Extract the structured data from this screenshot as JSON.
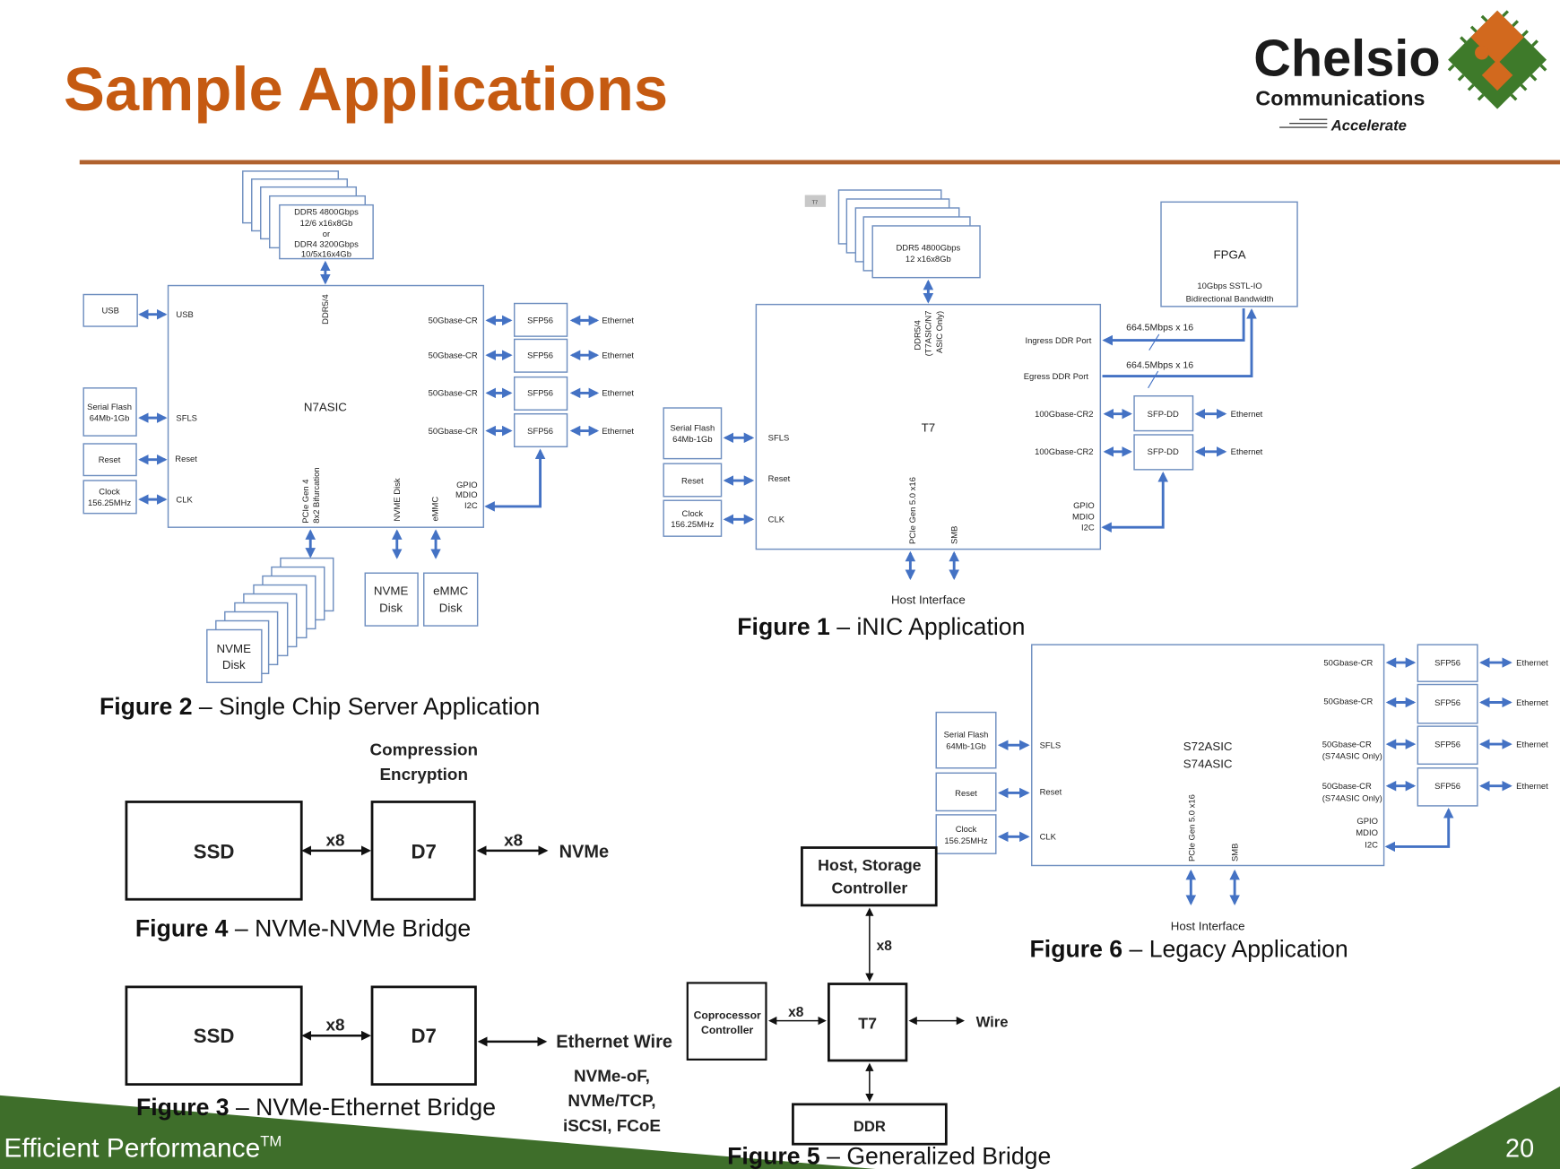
{
  "header": {
    "title": "Sample Applications",
    "title_color": "#C55A11"
  },
  "logo": {
    "name": "Chelsio",
    "sub": "Communications",
    "tagline": "Accelerate"
  },
  "footer": {
    "left": "Efficient Performance",
    "trademark": "TM",
    "page": "20",
    "color": "#3E6E2A"
  },
  "fig2": {
    "caption_num": "Figure 2",
    "caption_text": " – Single Chip Server Application",
    "ddr": [
      "DDR5 4800Gbps",
      "12/6 x16x8Gb",
      "or",
      "DDR4 3200Gbps",
      "10/5x16x4Gb"
    ],
    "chip": "N7ASIC",
    "ddr_port": "DDR5/4",
    "left_boxes": [
      {
        "lines": [
          "USB"
        ],
        "port": "USB"
      },
      {
        "lines": [
          "Serial Flash",
          "64Mb-1Gb"
        ],
        "port": "SFLS"
      },
      {
        "lines": [
          "Reset"
        ],
        "port": "Reset"
      },
      {
        "lines": [
          "Clock",
          "156.25MHz"
        ],
        "port": "CLK"
      }
    ],
    "right_ports": [
      "50Gbase-CR",
      "50Gbase-CR",
      "50Gbase-CR",
      "50Gbase-CR"
    ],
    "sfp": "SFP56",
    "ethernet": "Ethernet",
    "gpio": [
      "GPIO",
      "MDIO",
      "I2C"
    ],
    "bottom_ports": [
      "PCIe Gen 4",
      "8x2 Bifurcation",
      "NVME Disk",
      "eMMC"
    ],
    "nvme_stack": [
      "NVME",
      "Disk"
    ],
    "nvme_disk": [
      "NVME",
      "Disk"
    ],
    "emmc_disk": [
      "eMMC",
      "Disk"
    ]
  },
  "fig1": {
    "caption_num": "Figure 1",
    "caption_text": " – iNIC Application",
    "tag": "T7",
    "ddr": [
      "DDR5 4800Gbps",
      "12 x16x8Gb"
    ],
    "chip": "T7",
    "ddr_port": [
      "DDR5/4",
      "(T7ASIC/N7",
      "ASIC Only)"
    ],
    "fpga": {
      "title": "FPGA",
      "lines": [
        "10Gbps SSTL-IO",
        "Bidirectional Bandwidth"
      ]
    },
    "ingress": "Ingress DDR Port",
    "egress": "Egress DDR Port",
    "rate": "664.5Mbps x 16",
    "right_ports": [
      "100Gbase-CR2",
      "100Gbase-CR2"
    ],
    "sfp": "SFP-DD",
    "ethernet": "Ethernet",
    "gpio": [
      "GPIO",
      "MDIO",
      "I2C"
    ],
    "left_boxes": [
      {
        "lines": [
          "Serial Flash",
          "64Mb-1Gb"
        ],
        "port": "SFLS"
      },
      {
        "lines": [
          "Reset"
        ],
        "port": "Reset"
      },
      {
        "lines": [
          "Clock",
          "156.25MHz"
        ],
        "port": "CLK"
      }
    ],
    "bottom_ports": [
      "PCIe Gen 5.0 x16",
      "SMB"
    ],
    "host": "Host Interface"
  },
  "fig6": {
    "caption_num": "Figure 6",
    "caption_text": " – Legacy Application",
    "chip": [
      "S72ASIC",
      "S74ASIC"
    ],
    "right_ports": [
      [
        "50Gbase-CR"
      ],
      [
        "50Gbase-CR"
      ],
      [
        "50Gbase-CR",
        "(S74ASIC Only)"
      ],
      [
        "50Gbase-CR",
        "(S74ASIC Only)"
      ]
    ],
    "sfp": "SFP56",
    "ethernet": "Ethernet",
    "gpio": [
      "GPIO",
      "MDIO",
      "I2C"
    ],
    "left_boxes": [
      {
        "lines": [
          "Serial Flash",
          "64Mb-1Gb"
        ],
        "port": "SFLS"
      },
      {
        "lines": [
          "Reset"
        ],
        "port": "Reset"
      },
      {
        "lines": [
          "Clock",
          "156.25MHz"
        ],
        "port": "CLK"
      }
    ],
    "bottom_ports": [
      "PCIe Gen 5.0 x16",
      "SMB"
    ],
    "host": "Host Interface"
  },
  "fig4": {
    "caption_num": "Figure 4",
    "caption_text": " – NVMe-NVMe Bridge",
    "top": [
      "Compression",
      "Encryption"
    ],
    "ssd": "SSD",
    "d7": "D7",
    "x8": "x8",
    "out": "NVMe"
  },
  "fig3": {
    "caption_num": "Figure 3",
    "caption_text": " – NVMe-Ethernet Bridge",
    "ssd": "SSD",
    "d7": "D7",
    "x8": "x8",
    "out": "Ethernet Wire",
    "protocols": [
      "NVMe-oF,",
      "NVMe/TCP,",
      "iSCSI, FCoE"
    ]
  },
  "fig5": {
    "caption_num": "Figure 5",
    "caption_text": " – Generalized Bridge",
    "host": [
      "Host, Storage",
      "Controller"
    ],
    "x8": "x8",
    "chip": "T7",
    "coproc": [
      "Coprocessor",
      "Controller"
    ],
    "wire": "Wire",
    "ddr": "DDR"
  }
}
